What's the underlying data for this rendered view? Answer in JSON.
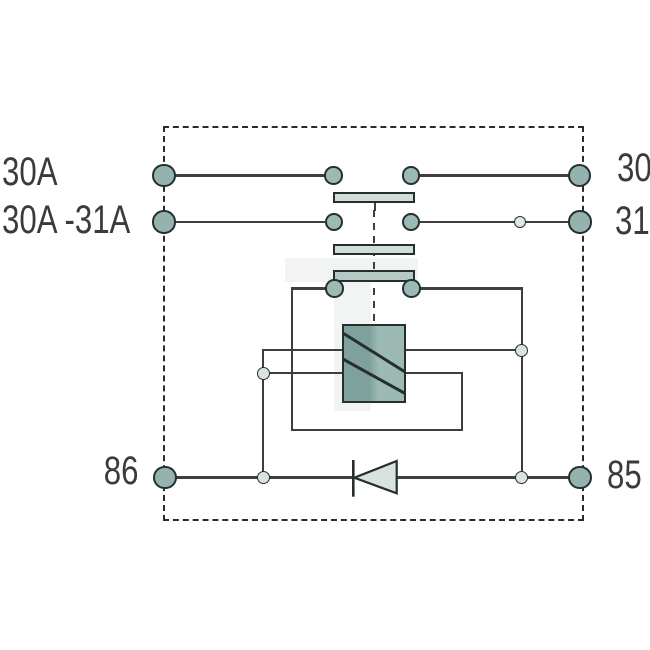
{
  "diagram": {
    "type": "relay-circuit-schematic",
    "terminal_labels": {
      "row1_left": "30A",
      "row2_left": "30A -31A",
      "row1_right": "30",
      "row2_right": "31",
      "bottom_left": "86",
      "bottom_right": "85"
    },
    "colors": {
      "wire": "#3e3e3e",
      "outline": "#25302e",
      "housing": "#2b2b2b",
      "terminal_fill": "#95b3ae",
      "contact_fill": "#9cbab5",
      "junction_fill": "#d9e4e1",
      "tiny_fill": "#e2eae8",
      "bar_light": "#d2ddd9",
      "bar_dark": "#b6c8c4",
      "coil_dark": "#7fa19d",
      "coil_light": "#9db9b4",
      "diode_fill": "#d8e2de",
      "text": "#3b3b3b",
      "watermark": "#f2f4f3"
    }
  }
}
